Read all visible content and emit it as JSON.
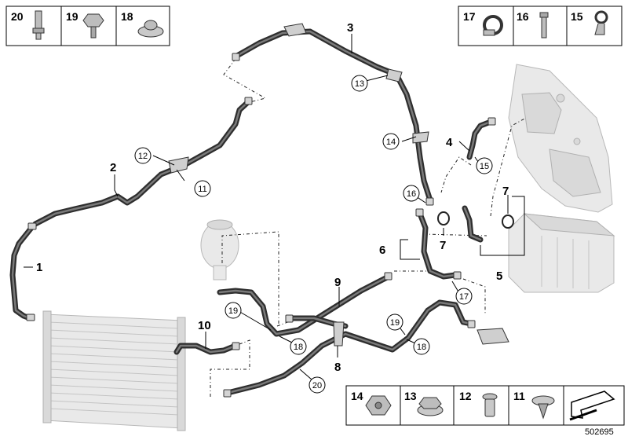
{
  "diagram_id": "502695",
  "labels": {
    "l1": "1",
    "l2": "2",
    "l3": "3",
    "l4": "4",
    "l5": "5",
    "l6": "6",
    "l7a": "7",
    "l7b": "7",
    "l8": "8",
    "l9": "9",
    "l10": "10"
  },
  "callouts": {
    "c11": "11",
    "c12": "12",
    "c13": "13",
    "c14": "14",
    "c15": "15",
    "c16": "16",
    "c17": "17",
    "c18a": "18",
    "c18b": "18",
    "c19a": "19",
    "c19b": "19",
    "c20": "20"
  },
  "top_left_parts": [
    "20",
    "19",
    "18"
  ],
  "top_right_parts": [
    "17",
    "16",
    "15"
  ],
  "bottom_right_parts": [
    "14",
    "13",
    "12",
    "11"
  ]
}
